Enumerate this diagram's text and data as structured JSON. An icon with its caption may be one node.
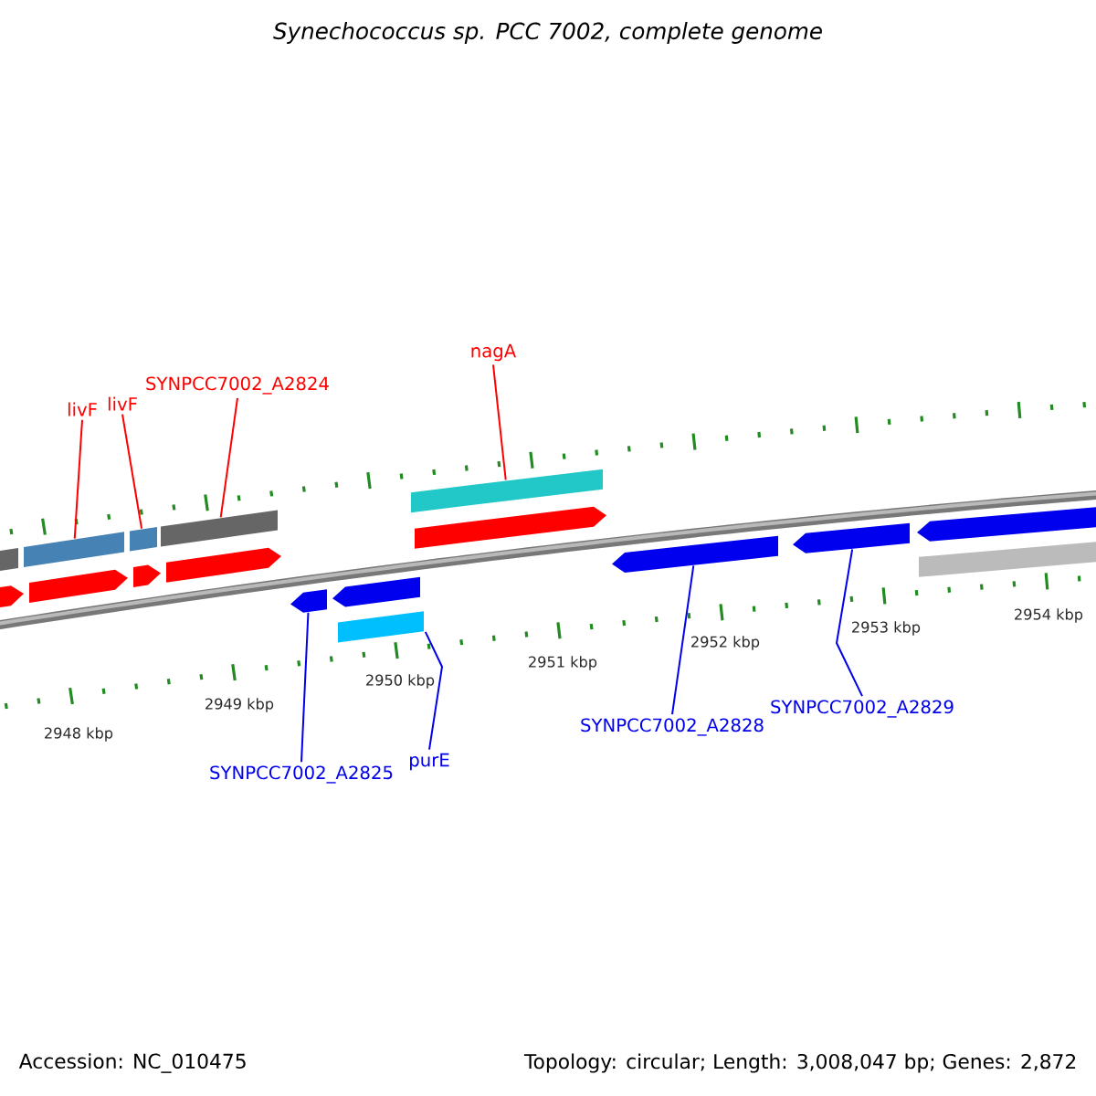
{
  "diagram": {
    "title": "Synechococcus sp. PCC 7002, complete genome",
    "nodes": [
      {
        "text": [
          "livF"
        ]
      },
      {
        "text": [
          "livF"
        ]
      },
      {
        "text": [
          "SYNPCC7002_A2824"
        ]
      },
      {
        "text": [
          "nagA"
        ]
      },
      {
        "text": [
          "SYNPCC7002_A2825"
        ]
      },
      {
        "text": [
          "purE"
        ]
      },
      {
        "text": [
          "SYNPCC7002_A2828"
        ]
      },
      {
        "text": [
          "SYNPCC7002_A2829"
        ]
      },
      {
        "text": [],
        "shape": "bar"
      },
      {
        "text": [],
        "shape": "bar"
      },
      {
        "text": [],
        "shape": "bar"
      },
      {
        "text": [],
        "shape": "bar"
      },
      {
        "text": [],
        "shape": "bar"
      },
      {
        "text": [],
        "shape": "bar"
      },
      {
        "text": [],
        "shape": "bar"
      },
      {
        "text": [],
        "shape": "bar"
      },
      {
        "text": [],
        "shape": "bar"
      },
      {
        "text": [],
        "shape": "bar"
      },
      {
        "text": [],
        "shape": "bar"
      },
      {
        "text": [],
        "shape": "bar"
      },
      {
        "text": [],
        "shape": "bar"
      },
      {
        "text": [],
        "shape": "bar"
      },
      {
        "text": [],
        "shape": "bar"
      },
      {
        "text": [],
        "shape": "bar"
      },
      {
        "text": [],
        "shape": "bar"
      }
    ],
    "edges": [
      {
        "from": 0,
        "to": 9,
        "arrow": "none"
      },
      {
        "from": 1,
        "to": 10,
        "arrow": "none"
      },
      {
        "from": 2,
        "to": 11,
        "arrow": "none"
      },
      {
        "from": 3,
        "to": 12,
        "arrow": "none"
      },
      {
        "from": 4,
        "to": 18,
        "arrow": "none",
        "color": "#0000ee"
      },
      {
        "from": 5,
        "to": 23,
        "arrow": "none",
        "color": "#0000ee"
      },
      {
        "from": 6,
        "to": 20,
        "arrow": "none",
        "color": "#0000ee"
      },
      {
        "from": 7,
        "to": 21,
        "arrow": "none",
        "color": "#0000ee"
      }
    ],
    "labels": [
      "2948 kbp",
      "2949 kbp",
      "2950 kbp",
      "2951 kbp",
      "2952 kbp",
      "2953 kbp",
      "2954 kbp",
      "Accession: NC_010475",
      "Topology: circular; Length: 3,008,047 bp; Genes: 2,872"
    ]
  }
}
